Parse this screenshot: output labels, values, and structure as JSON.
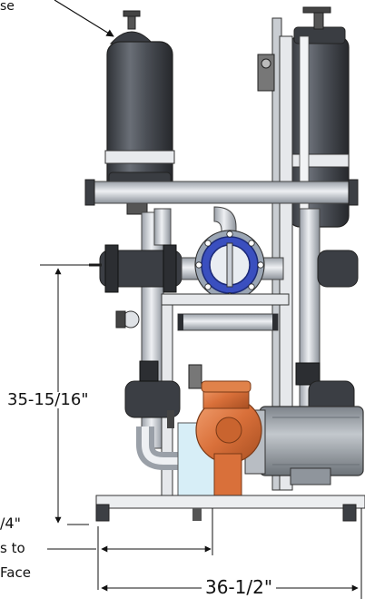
{
  "labels": {
    "top_callout": "se",
    "height_dim": "35-15/16\"",
    "partial_dim": "/4\"",
    "inlet_line1": "s to",
    "inlet_line2": "Face",
    "width_dim": "36-1/2\""
  },
  "colors": {
    "filter_body": "#4a4e55",
    "steel_frame": "#c9cdd2",
    "pump_volute": "#e0824a",
    "valve_blue": "#3a4fbf",
    "motor_gray": "#9aa0a6"
  }
}
